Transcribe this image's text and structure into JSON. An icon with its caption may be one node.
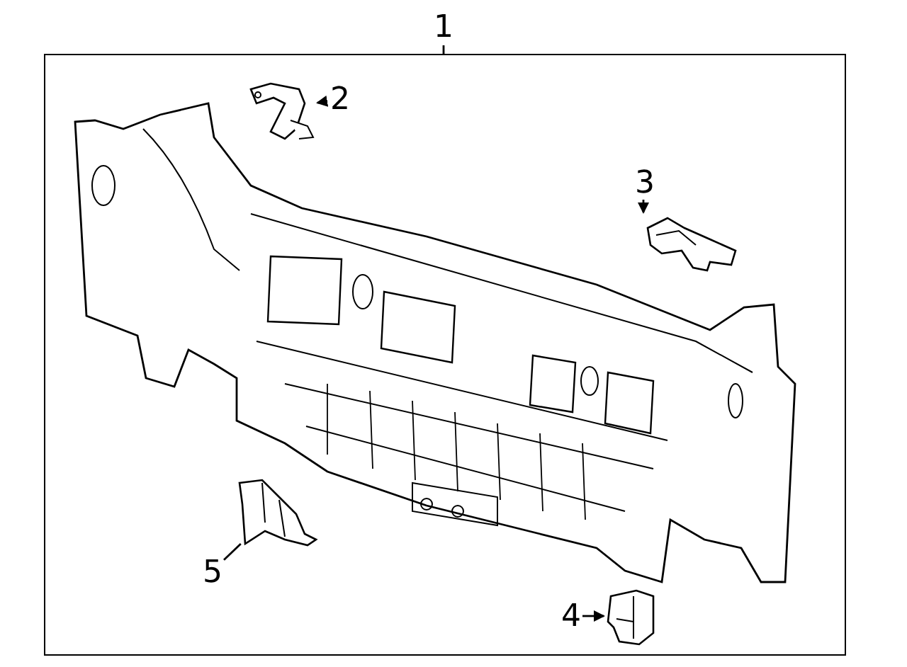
{
  "diagram": {
    "nodes": [
      {
        "text": [
          "1"
        ]
      },
      {
        "text": [],
        "shape": "box"
      },
      {
        "text": [],
        "shape": "picture",
        "in": 1
      },
      {
        "text": [
          "2"
        ],
        "in": 1
      },
      {
        "text": [],
        "shape": "picture",
        "in": 1
      },
      {
        "text": [
          "3"
        ],
        "in": 1
      },
      {
        "text": [],
        "shape": "picture",
        "in": 1
      },
      {
        "text": [
          "4"
        ],
        "in": 1
      },
      {
        "text": [],
        "shape": "picture",
        "in": 1
      },
      {
        "text": [
          "5"
        ],
        "in": 1
      },
      {
        "text": [],
        "shape": "picture",
        "in": 1
      }
    ],
    "edges": [
      {
        "from": 0,
        "to": 1,
        "arrow": "none"
      },
      {
        "from": 3,
        "to": 4,
        "arrow": "to"
      },
      {
        "from": 5,
        "to": 6,
        "arrow": "to"
      },
      {
        "from": 7,
        "to": 8,
        "arrow": "to"
      },
      {
        "from": 9,
        "to": 10,
        "arrow": "none"
      }
    ]
  }
}
